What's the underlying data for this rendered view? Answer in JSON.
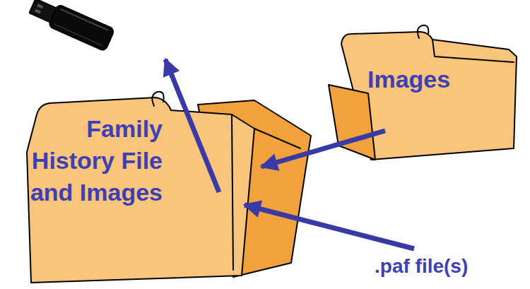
{
  "diagram": {
    "nodes": [
      {
        "text": [
          "Family History File and Images"
        ]
      },
      {
        "text": [
          "Images"
        ]
      }
    ],
    "edges": [
      {
        "from": 1,
        "to": 0,
        "arrow": "to"
      }
    ],
    "labels": [
      ".paf file(s)"
    ]
  }
}
